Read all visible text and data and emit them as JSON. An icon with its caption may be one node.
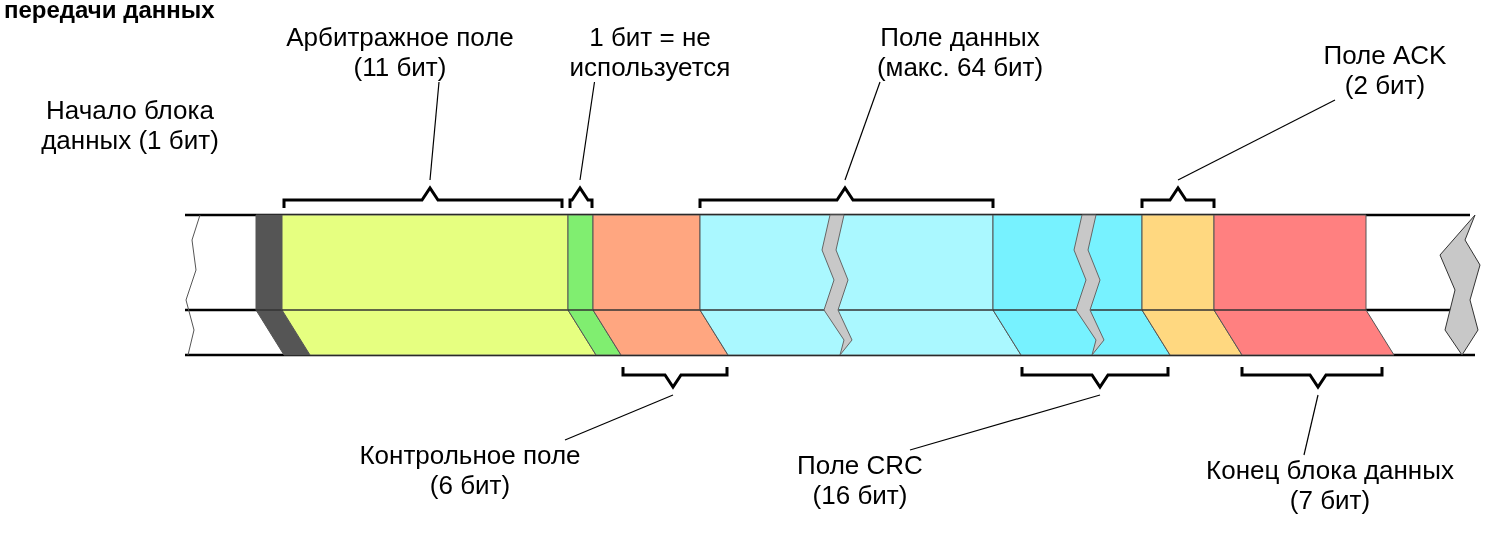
{
  "diagram": {
    "title": "передачи данных",
    "nodes": [
      {
        "text": [
          "Арбитражное поле (11 бит)"
        ]
      },
      {
        "text": [
          "1 бит = не используется"
        ]
      },
      {
        "text": [
          "Поле данных (макс. 64 бит)"
        ]
      },
      {
        "text": [
          "Поле ACK (2 бит)"
        ]
      },
      {
        "text": [
          "Контрольное поле (6 бит)"
        ]
      },
      {
        "text": [
          "Поле CRC (16 бит)"
        ]
      },
      {
        "text": [
          "Конец блока данных (7 бит)"
        ]
      },
      {
        "text": [],
        "shape": "bar"
      },
      {
        "text": [],
        "shape": "bar"
      },
      {
        "text": [],
        "shape": "bar"
      },
      {
        "text": [],
        "shape": "bar"
      },
      {
        "text": [],
        "shape": "bar"
      },
      {
        "text": [],
        "shape": "bar"
      },
      {
        "text": [],
        "shape": "bar"
      },
      {
        "text": [],
        "shape": "bar"
      }
    ],
    "edges": [
      {
        "from": 0,
        "to": 8,
        "arrow": "none"
      },
      {
        "from": 1,
        "to": 9,
        "arrow": "none"
      },
      {
        "from": 2,
        "to": 11,
        "arrow": "none"
      },
      {
        "from": 3,
        "to": 13,
        "arrow": "none"
      },
      {
        "from": 4,
        "to": 10,
        "arrow": "none"
      },
      {
        "from": 5,
        "to": 12,
        "arrow": "none"
      },
      {
        "from": 6,
        "to": 14,
        "arrow": "none"
      }
    ],
    "labels": [
      "Начало блока данных (1 бит)"
    ]
  }
}
